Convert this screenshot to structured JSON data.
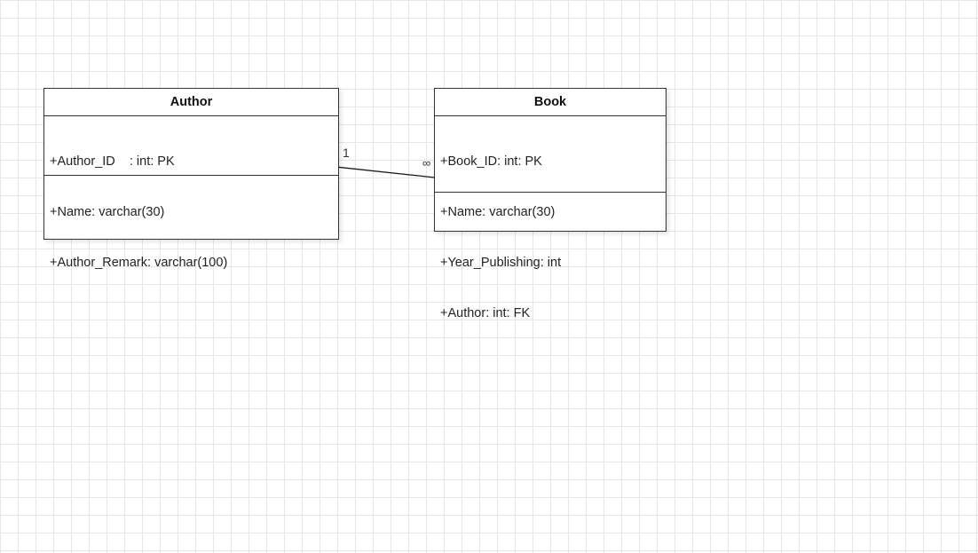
{
  "diagram": {
    "classes": [
      {
        "name": "Author",
        "attributes": [
          "+Author_ID    : int: PK",
          "+Name: varchar(30)",
          "+Author_Remark: varchar(100)"
        ]
      },
      {
        "name": "Book",
        "attributes": [
          "+Book_ID: int: PK",
          "+Name: varchar(30)",
          "+Year_Publishing: int",
          "+Author: int: FK"
        ]
      }
    ],
    "association": {
      "from": "Author",
      "to": "Book",
      "source_multiplicity": "1",
      "target_multiplicity": "∞"
    }
  },
  "colors": {
    "grid": "#e6e6e6",
    "border": "#333333",
    "background": "#ffffff"
  }
}
